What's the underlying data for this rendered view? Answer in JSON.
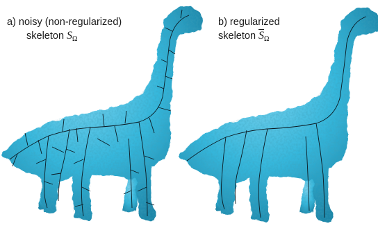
{
  "panels": [
    {
      "id": "a",
      "label_line1": "a) noisy (non-regularized)",
      "label_line2_prefix": "skeleton",
      "symbol": "S",
      "symbol_subscript": "Ω",
      "regularized": false
    },
    {
      "id": "b",
      "label_line1": "b) regularized",
      "label_line2_prefix": "skeleton",
      "symbol": "S",
      "symbol_subscript": "Ω",
      "regularized": true
    }
  ],
  "colors": {
    "mesh_fill": "#35b7dc",
    "mesh_shadow": "#1f86a8",
    "mesh_highlight": "#7fd4ef",
    "skeleton_line": "#0b1a22",
    "text": "#1a1a1a"
  }
}
